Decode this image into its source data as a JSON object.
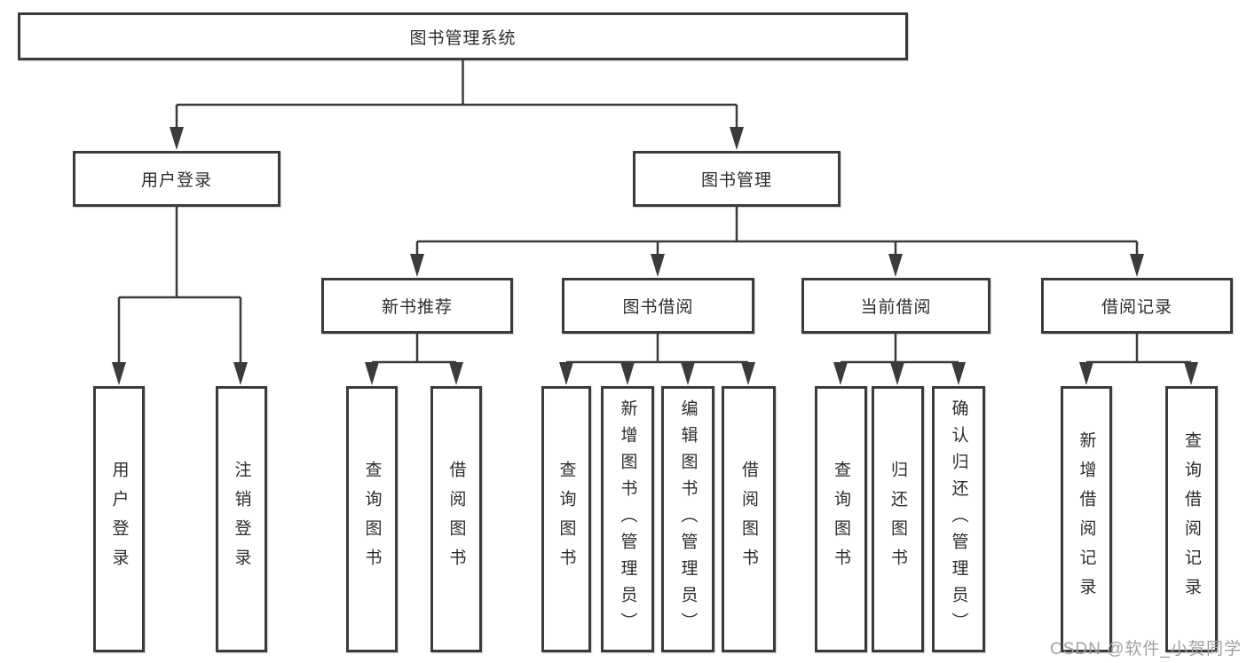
{
  "colors": {
    "line": "#3b3b3b",
    "box_border": "#3b3b3b",
    "text": "#2d2d2d",
    "watermark": "#a0a0a0"
  },
  "diagram": {
    "type": "tree-diagram",
    "root": {
      "label": "图书管理系统"
    },
    "children": [
      {
        "label": "用户登录",
        "children": [
          {
            "label": "用户登录"
          },
          {
            "label": "注销登录"
          }
        ]
      },
      {
        "label": "图书管理",
        "children": [
          {
            "label": "新书推荐",
            "children": [
              {
                "label": "查询图书"
              },
              {
                "label": "借阅图书"
              }
            ]
          },
          {
            "label": "图书借阅",
            "children": [
              {
                "label": "查询图书"
              },
              {
                "label": "新增图书（管理员）"
              },
              {
                "label": "编辑图书（管理员）"
              },
              {
                "label": "借阅图书"
              }
            ]
          },
          {
            "label": "当前借阅",
            "children": [
              {
                "label": "查询图书"
              },
              {
                "label": "归还图书"
              },
              {
                "label": "确认归还（管理员）"
              }
            ]
          },
          {
            "label": "借阅记录",
            "children": [
              {
                "label": "新增借阅记录"
              },
              {
                "label": "查询借阅记录"
              }
            ]
          }
        ]
      }
    ]
  },
  "watermark": {
    "text": "CSDN @软件_小贺同学"
  }
}
